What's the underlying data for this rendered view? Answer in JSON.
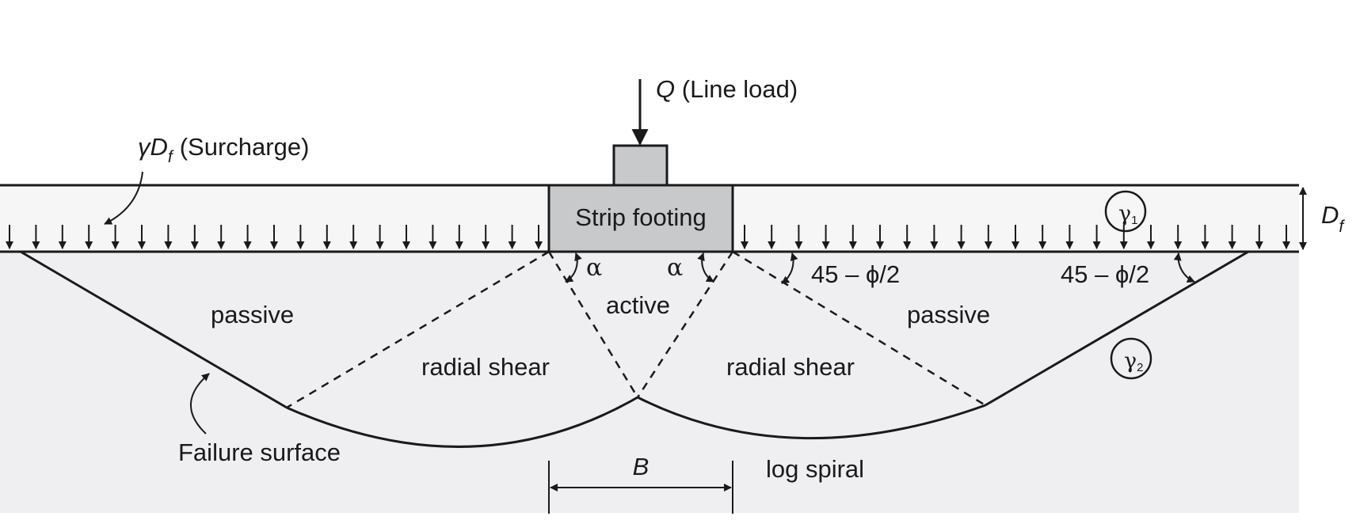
{
  "labels": {
    "load_symbol": "Q",
    "load_text": "(Line load)",
    "surcharge_gamma": "γ",
    "surcharge_D": "D",
    "surcharge_sub": "f",
    "surcharge_text": "(Surcharge)",
    "footing": "Strip footing",
    "depth_D": "D",
    "depth_sub": "f",
    "gamma1": "γ",
    "gamma1_sub": "1",
    "gamma2": "γ",
    "gamma2_sub": "2",
    "alpha": "α",
    "angle": "45 – ϕ/2",
    "passive": "passive",
    "active": "active",
    "radial_shear": "radial shear",
    "failure_surface": "Failure surface",
    "width": "B",
    "log_spiral": "log spiral"
  },
  "colors": {
    "surcharge_layer": "#f6f6f7",
    "soil": "#efeff1",
    "footing": "#c8c9cb",
    "line": "#1a1a1a"
  }
}
